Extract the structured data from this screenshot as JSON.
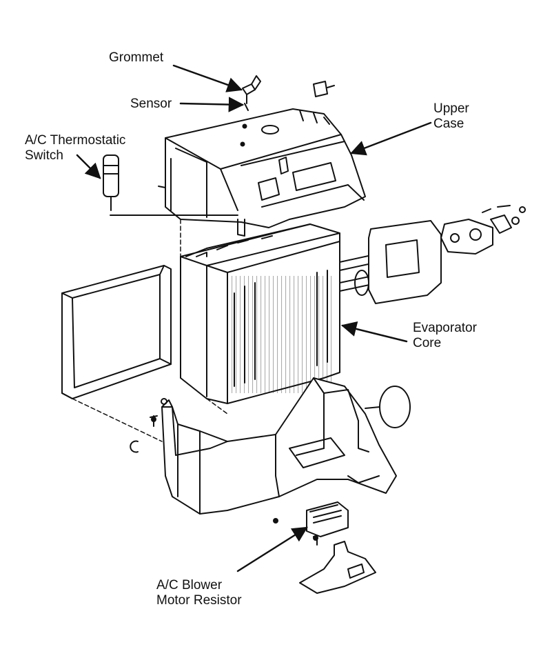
{
  "labels": {
    "grommet": "Grommet",
    "sensor": "Sensor",
    "thermostatic_switch": [
      "A/C Thermostatic",
      "Switch"
    ],
    "upper_case": [
      "Upper",
      "Case"
    ],
    "evaporator_core": [
      "Evaporator",
      "Core"
    ],
    "blower_motor_resistor": [
      "A/C Blower",
      "Motor Resistor"
    ]
  },
  "colors": {
    "ink": "#111111",
    "background": "#ffffff"
  }
}
